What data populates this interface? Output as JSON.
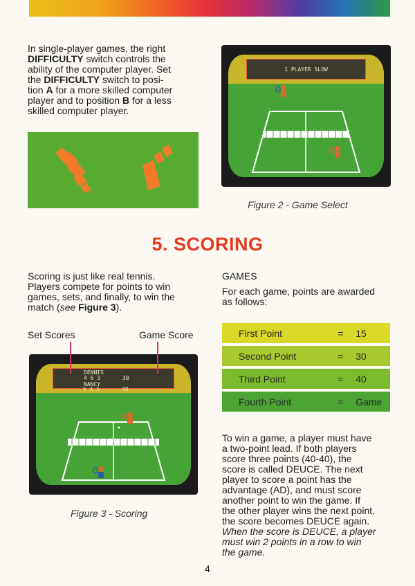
{
  "intro": {
    "lines": [
      {
        "text": "In single-player games, the right"
      },
      {
        "bold": "DIFFICULTY",
        "text": " switch controls the"
      },
      {
        "text": "ability of the computer player. Set"
      },
      {
        "text": "the ",
        "bold": "DIFFICULTY",
        "after": " switch to posi-"
      },
      {
        "text": "tion ",
        "bold": "A",
        "after": " for a more skilled computer"
      },
      {
        "text": "player and to position ",
        "bold": "B",
        "after": " for a less"
      },
      {
        "text": "skilled computer player."
      }
    ]
  },
  "figure2": {
    "caption": "Figure 2 - Game Select",
    "screen_label": "1 PLAYER SLOW"
  },
  "section_heading": "5. SCORING",
  "scoring": {
    "lines": [
      {
        "text": "Scoring is just like real tennis."
      },
      {
        "text": "Players compete for points to win"
      },
      {
        "text": "games, sets, and finally, to win the"
      },
      {
        "text": "match (",
        "italic": "see",
        "bold": " Figure 3",
        "after": ")."
      }
    ]
  },
  "games": {
    "title": "GAMES",
    "intro": [
      "For each game, points are awarded",
      "as follows:"
    ],
    "table": [
      {
        "label": "First Point",
        "eq": "=",
        "value": "15",
        "color": "#d9d927"
      },
      {
        "label": "Second Point",
        "eq": "=",
        "value": "30",
        "color": "#a9c92c"
      },
      {
        "label": "Third Point",
        "eq": "=",
        "value": "40",
        "color": "#7cbb2e"
      },
      {
        "label": "Fourth Point",
        "eq": "=",
        "value": "Game",
        "color": "#4aa533"
      }
    ],
    "body": [
      "To win a game, a player must have",
      "a two-point lead. If both players",
      "score three points (40-40), the",
      "score is called DEUCE. The next",
      "player to score a point has the",
      "advantage (AD), and must score",
      "another point to win the game. If",
      "the other player wins the next point,",
      "the score becomes DEUCE again."
    ],
    "body_italic": [
      "When the score is DEUCE, a player",
      "must win 2 points in a row to win",
      "the game."
    ]
  },
  "figure3": {
    "caption": "Figure 3  -  Scoring",
    "label_left": "Set Scores",
    "label_right": "Game Score",
    "player1": "DENNIS",
    "player1_sets": "4 6 3",
    "player1_game": "30",
    "player2": "NANCY",
    "player2_sets": "6 4 5",
    "player2_game": "40"
  },
  "page_number": "4"
}
